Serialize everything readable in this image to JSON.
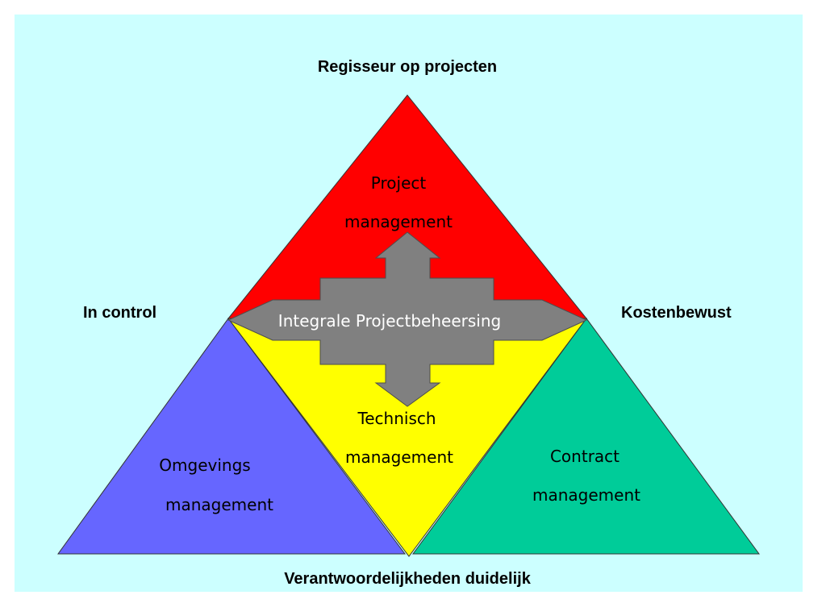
{
  "labels": {
    "top": "Regisseur op projecten",
    "left": "In control",
    "right": "Kostenbewust",
    "bottom": "Verantwoordelijkheden  duidelijk"
  },
  "sections": {
    "project": {
      "line1": "Project",
      "line2": "management",
      "color": "#ff0000"
    },
    "technisch": {
      "line1": "Technisch",
      "line2": "management",
      "color": "#ffff00"
    },
    "omgevings": {
      "line1": "Omgevings",
      "line2": "management",
      "color": "#6666ff"
    },
    "contract": {
      "line1": "Contract",
      "line2": "management",
      "color": "#00cc99"
    }
  },
  "center": {
    "label": "Integrale Projectbeheersing",
    "color": "#808080"
  },
  "background_color": "#ccffff"
}
